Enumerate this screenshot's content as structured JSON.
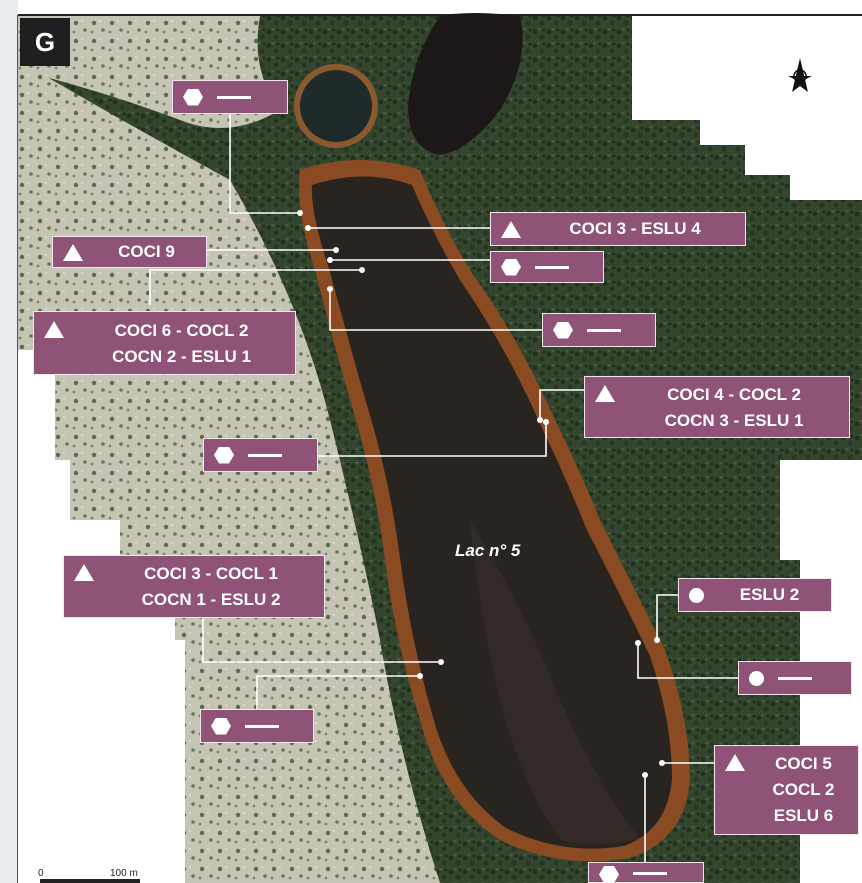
{
  "panel": {
    "letter": "G"
  },
  "lake": {
    "name": "Lac n° 5"
  },
  "scale": {
    "zero": "0",
    "distance": "100 m"
  },
  "labels": [
    {
      "id": "l1",
      "symbol": "hexagon-icon",
      "text": "",
      "dash": true
    },
    {
      "id": "l2",
      "symbol": "triangle-icon",
      "text": "COCI 3 - ESLU 4",
      "dash": false
    },
    {
      "id": "l3",
      "symbol": "triangle-icon",
      "text": "COCI 9",
      "dash": false
    },
    {
      "id": "l4",
      "symbol": "hexagon-icon",
      "text": "",
      "dash": true
    },
    {
      "id": "l5",
      "symbol": "triangle-icon",
      "text": "COCI 6 - COCL 2\nCOCN 2 - ESLU 1",
      "dash": false
    },
    {
      "id": "l6",
      "symbol": "hexagon-icon",
      "text": "",
      "dash": true
    },
    {
      "id": "l7",
      "symbol": "triangle-icon",
      "text": "COCI 4 - COCL 2\nCOCN 3 - ESLU 1",
      "dash": false
    },
    {
      "id": "l8",
      "symbol": "hexagon-icon",
      "text": "",
      "dash": true
    },
    {
      "id": "l9",
      "symbol": "triangle-icon",
      "text": "COCI 3 - COCL 1\nCOCN 1 - ESLU 2",
      "dash": false
    },
    {
      "id": "l10",
      "symbol": "circle-icon",
      "text": "ESLU 2",
      "dash": false
    },
    {
      "id": "l11",
      "symbol": "circle-icon",
      "text": "",
      "dash": true
    },
    {
      "id": "l12",
      "symbol": "hexagon-icon",
      "text": "",
      "dash": true
    },
    {
      "id": "l13",
      "symbol": "triangle-icon",
      "text": "COCI 5\nCOCL 2\nESLU 6",
      "dash": false
    },
    {
      "id": "l14",
      "symbol": "hexagon-icon",
      "text": "",
      "dash": true
    }
  ],
  "colors": {
    "label_bg": "#8f5377",
    "lake_water": "#2a2420",
    "lake_shore": "#8a4a22",
    "forest": "#2f3f2a",
    "sand": "#c9c7b8"
  }
}
